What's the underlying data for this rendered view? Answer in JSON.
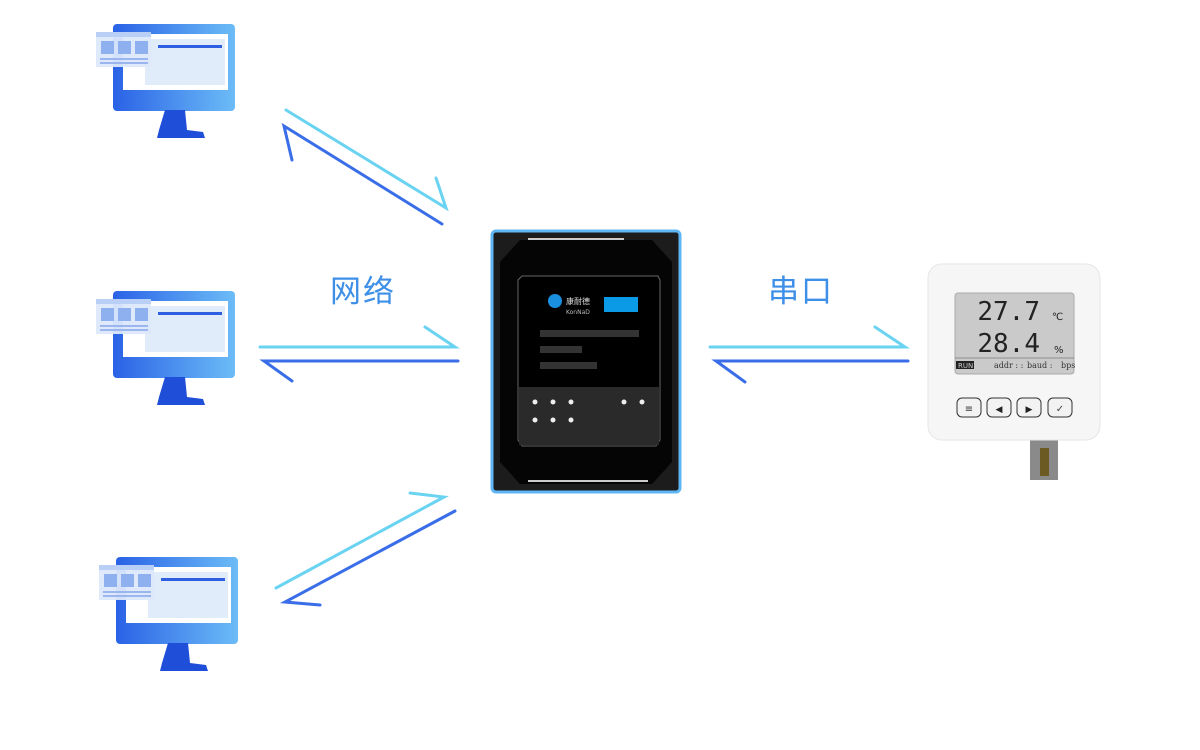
{
  "labels": {
    "network": "网络",
    "serial": "串口"
  },
  "gateway": {
    "brand_cn": "康耐德",
    "brand_en": "KonNaD"
  },
  "sensor": {
    "temperature": "27.7",
    "temperature_unit": "℃",
    "humidity": "28.4",
    "humidity_unit": "%",
    "run": "RUN",
    "addr": "addr : :",
    "baud": "baud : ",
    "baud_unit": "bps",
    "buttons": [
      "≡",
      "◀",
      "▶",
      "✓"
    ]
  },
  "colors": {
    "light_arrow": "#6ad3f2",
    "dark_arrow": "#3a6ee8",
    "label": "#3d8fe8"
  }
}
